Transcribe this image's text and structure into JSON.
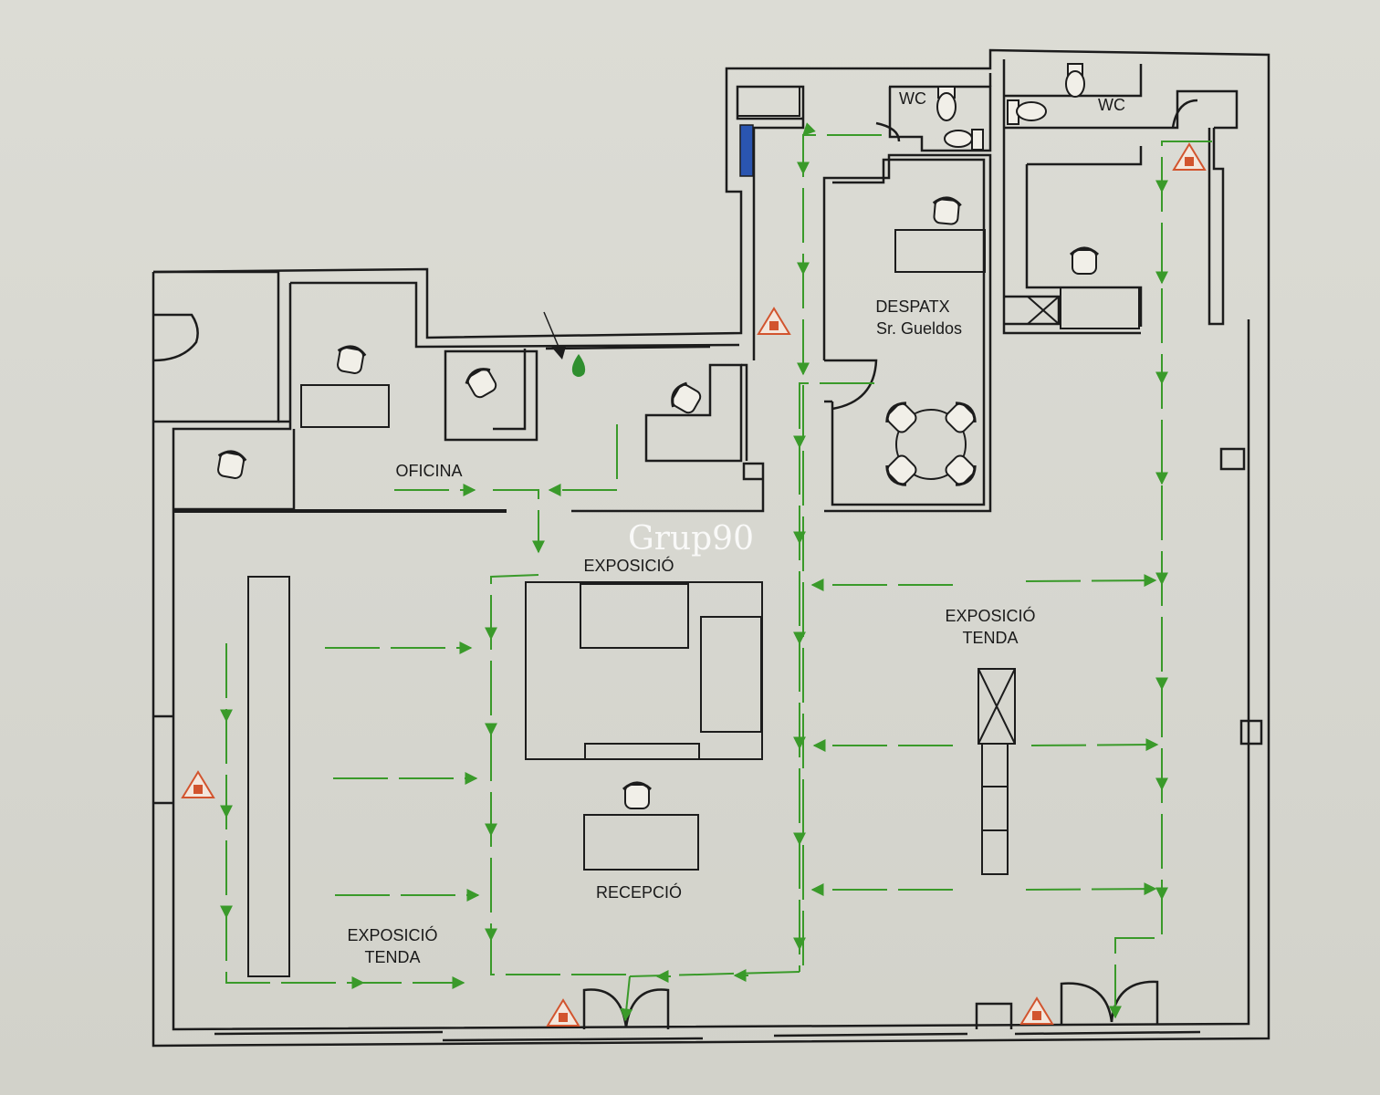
{
  "watermark": "Grup90",
  "labels": {
    "oficina": "OFICINA",
    "exposicio": "EXPOSICIÓ",
    "recepcio": "RECEPCIÓ",
    "despatx_1": "DESPATX",
    "despatx_2": "Sr. Gueldos",
    "tenda_left_1": "EXPOSICIÓ",
    "tenda_left_2": "TENDA",
    "tenda_right_1": "EXPOSICIÓ",
    "tenda_right_2": "TENDA",
    "wc_left": "WC",
    "wc_right": "WC"
  },
  "colors": {
    "wall": "#1c1c1c",
    "route": "#3a9a2a",
    "hazard": "#d2542e",
    "extinguisher": "#2f8f2f",
    "window": "#2a55b0"
  },
  "icons": [
    "fire-hazard-icon",
    "chair-icon",
    "extinguisher-icon",
    "toilet-icon",
    "door-swing-icon"
  ]
}
